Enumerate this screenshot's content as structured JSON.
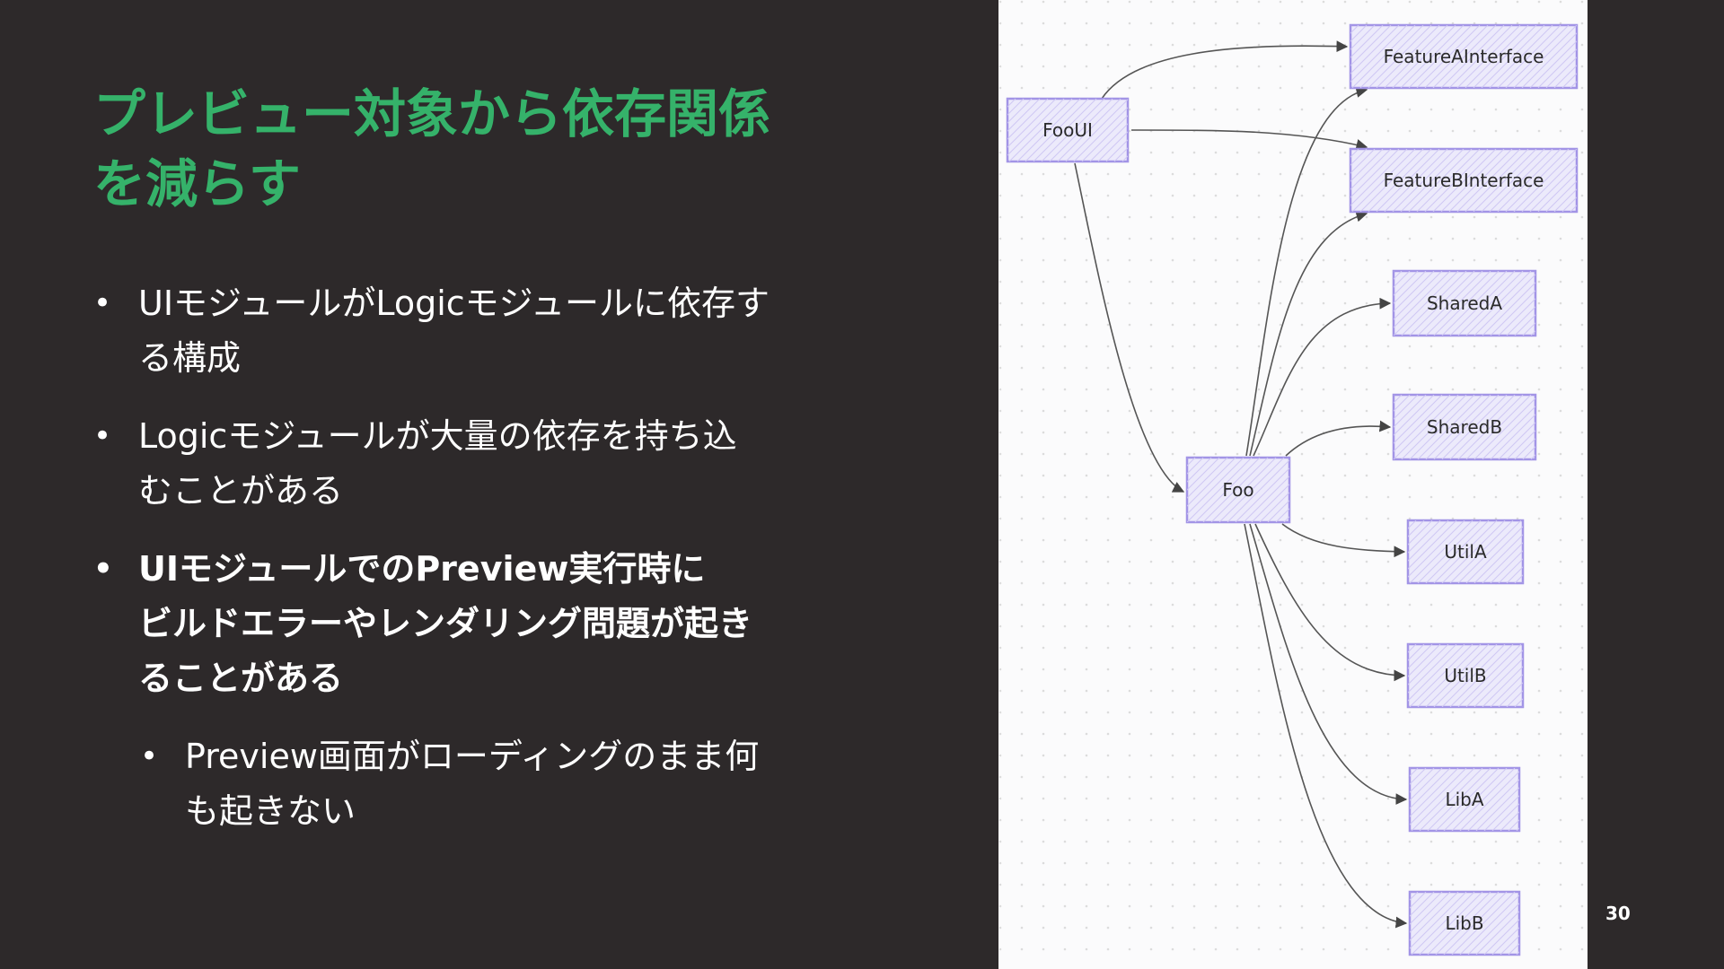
{
  "slide": {
    "title_lines": [
      "プレビュー対象から依存関係",
      "を減らす"
    ],
    "page_number": "30",
    "colors": {
      "background": "#2d292a",
      "title": "#35b26a",
      "text": "#ffffff",
      "node_fill": "#eceafb",
      "node_stroke": "#a294e6"
    }
  },
  "bullets": [
    {
      "lines": [
        "UIモジュールがLogicモジュールに依存す",
        "る構成"
      ],
      "bold": false,
      "level": 1
    },
    {
      "lines": [
        "Logicモジュールが大量の依存を持ち込",
        "むことがある"
      ],
      "bold": false,
      "level": 1
    },
    {
      "lines": [
        "UIモジュールでのPreview実行時に",
        "ビルドエラーやレンダリング問題が起き",
        "ることがある"
      ],
      "bold": true,
      "level": 1
    },
    {
      "lines": [
        "Preview画面がローディングのまま何",
        "も起きない"
      ],
      "bold": false,
      "level": 2
    }
  ],
  "diagram": {
    "nodes": {
      "fooui": "FooUI",
      "foo": "Foo",
      "feature_a_interface": "FeatureAInterface",
      "feature_b_interface": "FeatureBInterface",
      "shared_a": "SharedA",
      "shared_b": "SharedB",
      "util_a": "UtilA",
      "util_b": "UtilB",
      "lib_a": "LibA",
      "lib_b": "LibB"
    },
    "edges": [
      [
        "fooui",
        "feature_a_interface"
      ],
      [
        "fooui",
        "feature_b_interface"
      ],
      [
        "fooui",
        "foo"
      ],
      [
        "foo",
        "feature_a_interface"
      ],
      [
        "foo",
        "feature_b_interface"
      ],
      [
        "foo",
        "shared_a"
      ],
      [
        "foo",
        "shared_b"
      ],
      [
        "foo",
        "util_a"
      ],
      [
        "foo",
        "util_b"
      ],
      [
        "foo",
        "lib_a"
      ],
      [
        "foo",
        "lib_b"
      ]
    ]
  }
}
